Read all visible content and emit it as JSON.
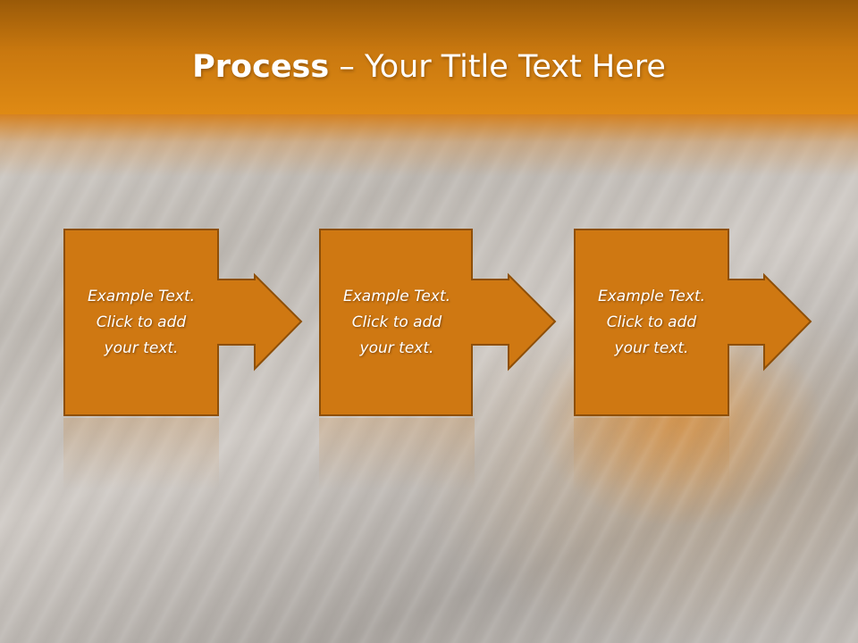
{
  "slide": {
    "title_bold": "Process",
    "title_rest": " – Your Title Text Here"
  },
  "steps": [
    {
      "text": "Example Text.\nClick  to add\nyour text."
    },
    {
      "text": "Example Text.\nClick  to add\nyour text."
    },
    {
      "text": "Example Text.\nClick  to add\nyour text."
    }
  ],
  "colors": {
    "header": "#d9850f",
    "box_fill": "#cf7812",
    "box_border": "#8e4f08",
    "text": "#ffffff"
  }
}
